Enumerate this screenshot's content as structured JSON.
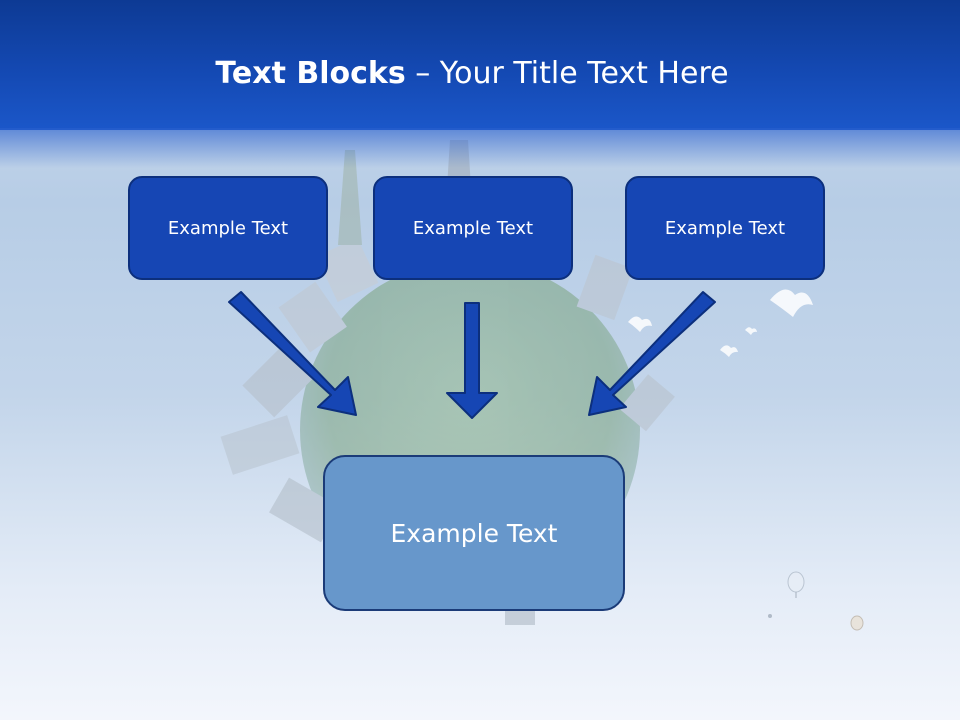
{
  "slide": {
    "title_bold": "Text Blocks",
    "title_rest": " – Your Title Text Here",
    "top_boxes": [
      {
        "label": "Example Text"
      },
      {
        "label": "Example Text"
      },
      {
        "label": "Example Text"
      }
    ],
    "bottom_box": {
      "label": "Example Text"
    },
    "arrow_icon": "arrow-down-icon",
    "colors": {
      "header": "#1449b3",
      "top_box_fill": "#1646b4",
      "bottom_box_fill": "#6797cb",
      "arrow": "#1646b4"
    }
  }
}
